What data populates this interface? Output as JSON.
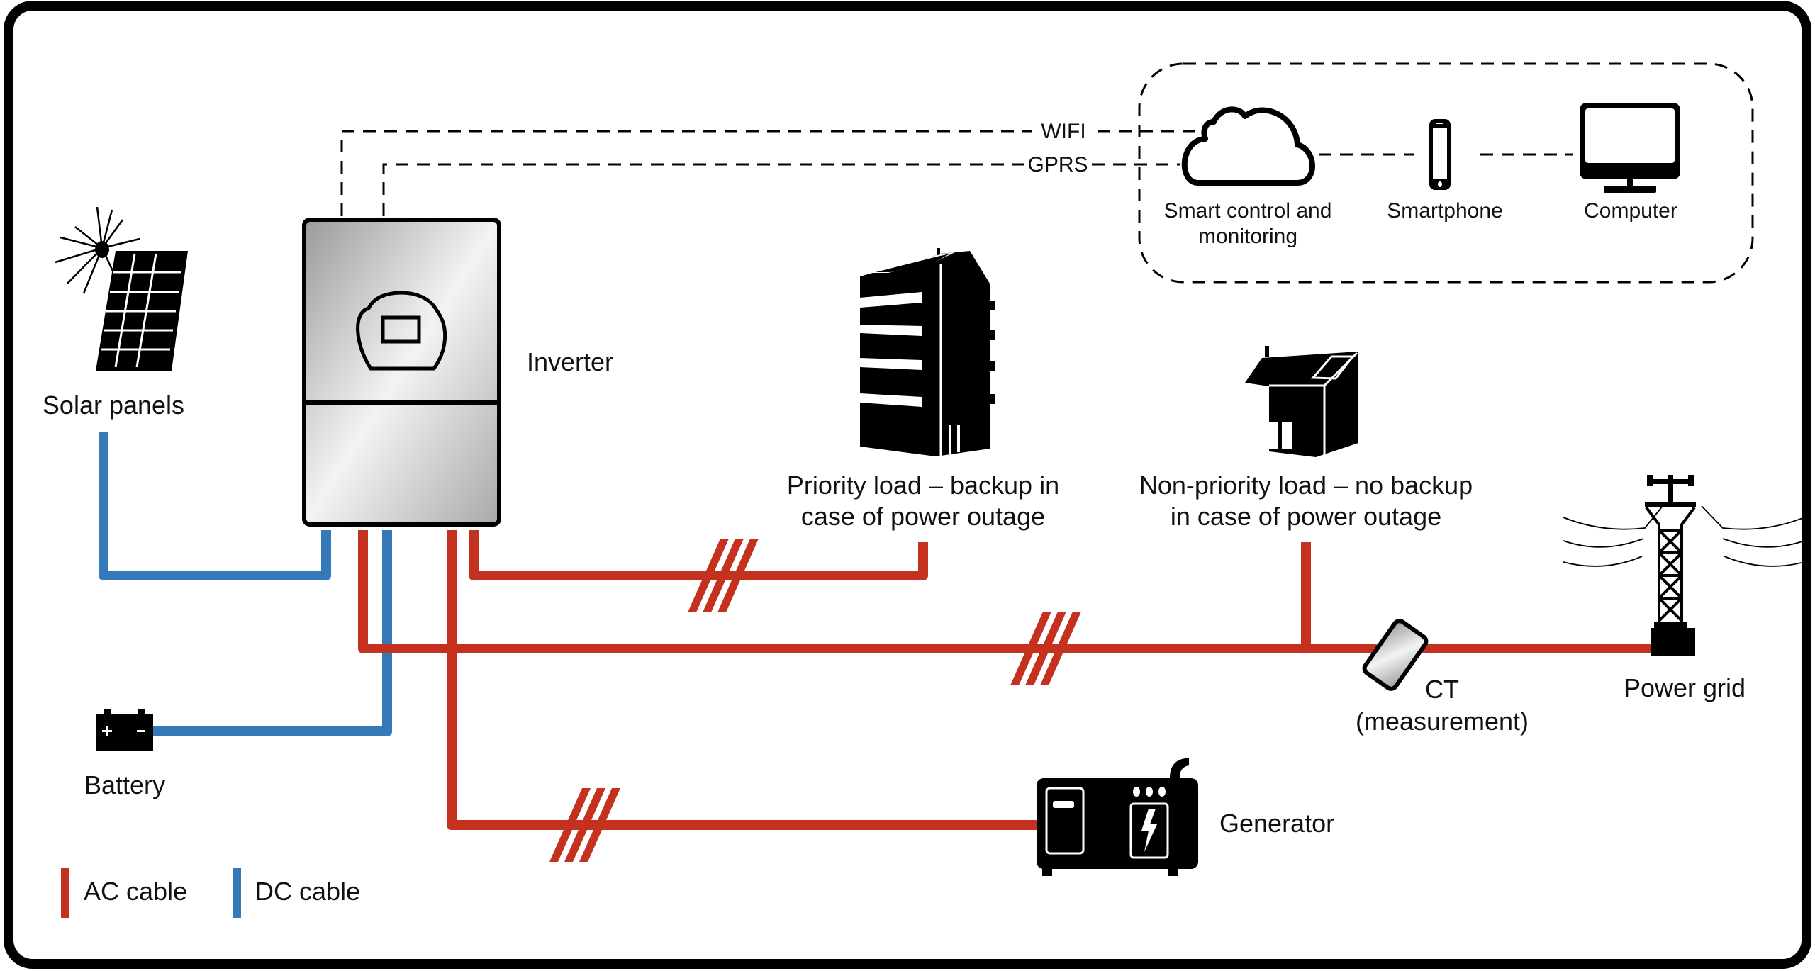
{
  "colors": {
    "ac": "#c4311f",
    "dc": "#3579b9",
    "ink": "#000000"
  },
  "legend": [
    {
      "label": "AC cable",
      "type": "ac"
    },
    {
      "label": "DC cable",
      "type": "dc"
    }
  ],
  "components": {
    "solar": {
      "label": "Solar panels",
      "icon": "solar-panel-icon"
    },
    "inverter": {
      "label": "Inverter",
      "icon": "inverter-icon"
    },
    "battery": {
      "label": "Battery",
      "icon": "battery-icon"
    },
    "priority_load": {
      "line1": "Priority load – backup in",
      "line2": "case of power outage",
      "icon": "office-building-icon"
    },
    "nonpriority_load": {
      "line1": "Non-priority load – no backup",
      "line2": "in case of power outage",
      "icon": "house-icon"
    },
    "ct": {
      "line1": "CT",
      "line2": "(measurement)",
      "icon": "current-transformer-icon"
    },
    "grid": {
      "label": "Power grid",
      "icon": "power-pylon-icon"
    },
    "generator": {
      "label": "Generator",
      "icon": "generator-icon"
    }
  },
  "links": {
    "wifi": "WIFI",
    "gprs": "GPRS"
  },
  "monitoring": {
    "cloud": {
      "line1": "Smart control and",
      "line2": "monitoring",
      "icon": "cloud-icon"
    },
    "smartphone": {
      "label": "Smartphone",
      "icon": "smartphone-icon"
    },
    "computer": {
      "label": "Computer",
      "icon": "computer-monitor-icon"
    }
  }
}
